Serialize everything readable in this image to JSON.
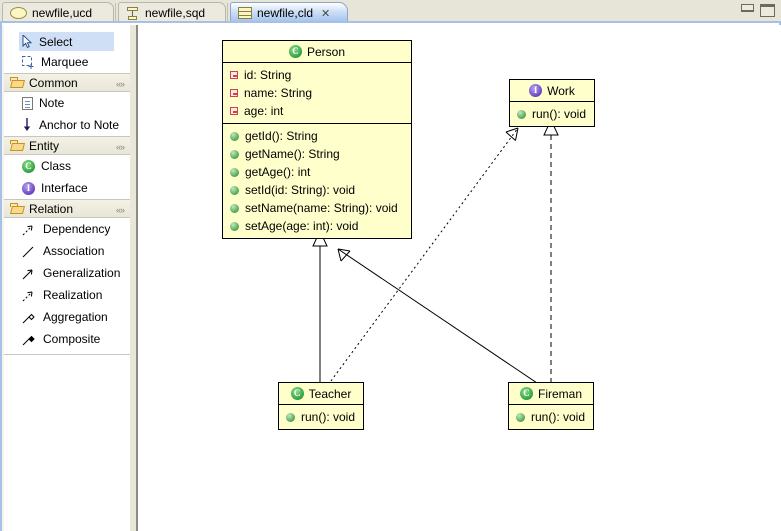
{
  "window": {
    "minimize_label": "minimize",
    "maximize_label": "maximize"
  },
  "tabs": [
    {
      "label": "newfile,ucd",
      "icon": "usecase-diagram-icon",
      "active": false,
      "closable": false
    },
    {
      "label": "newfile,sqd",
      "icon": "sequence-diagram-icon",
      "active": false,
      "closable": false
    },
    {
      "label": "newfile,cld",
      "icon": "class-diagram-icon",
      "active": true,
      "closable": true,
      "close_glyph": "✕"
    }
  ],
  "palette": {
    "tools": [
      {
        "label": "Select",
        "icon": "cursor-icon",
        "selected": true
      },
      {
        "label": "Marquee",
        "icon": "marquee-icon",
        "selected": false
      }
    ],
    "groups": [
      {
        "title": "Common",
        "icon": "folder-icon",
        "collapse_glyph": "«»",
        "items": [
          {
            "label": "Note",
            "icon": "note-icon"
          },
          {
            "label": "Anchor to Note",
            "icon": "anchor-icon"
          }
        ]
      },
      {
        "title": "Entity",
        "icon": "folder-icon",
        "collapse_glyph": "«»",
        "items": [
          {
            "label": "Class",
            "icon": "class-icon",
            "glyph": "C"
          },
          {
            "label": "Interface",
            "icon": "interface-icon",
            "glyph": "I"
          }
        ]
      },
      {
        "title": "Relation",
        "icon": "folder-icon",
        "collapse_glyph": "«»",
        "items": [
          {
            "label": "Dependency",
            "icon": "dependency-relation-icon"
          },
          {
            "label": "Association",
            "icon": "association-relation-icon"
          },
          {
            "label": "Generalization",
            "icon": "generalization-relation-icon"
          },
          {
            "label": "Realization",
            "icon": "realization-relation-icon"
          },
          {
            "label": "Aggregation",
            "icon": "aggregation-relation-icon"
          },
          {
            "label": "Composite",
            "icon": "composite-relation-icon"
          }
        ]
      }
    ]
  },
  "diagram": {
    "classes": [
      {
        "id": "person",
        "name": "Person",
        "stereotype": "class",
        "icon_glyph": "C",
        "attributes": [
          {
            "visibility": "private",
            "text": "id: String"
          },
          {
            "visibility": "private",
            "text": "name: String"
          },
          {
            "visibility": "private",
            "text": "age: int"
          }
        ],
        "operations": [
          {
            "visibility": "public",
            "text": "getId(): String"
          },
          {
            "visibility": "public",
            "text": "getName(): String"
          },
          {
            "visibility": "public",
            "text": "getAge(): int"
          },
          {
            "visibility": "public",
            "text": "setId(id: String): void"
          },
          {
            "visibility": "public",
            "text": "setName(name: String): void"
          },
          {
            "visibility": "public",
            "text": "setAge(age: int): void"
          }
        ]
      },
      {
        "id": "work",
        "name": "Work",
        "stereotype": "interface",
        "icon_glyph": "I",
        "attributes": [],
        "operations": [
          {
            "visibility": "public",
            "text": "run(): void"
          }
        ]
      },
      {
        "id": "teacher",
        "name": "Teacher",
        "stereotype": "class",
        "icon_glyph": "C",
        "attributes": [],
        "operations": [
          {
            "visibility": "public",
            "text": "run(): void"
          }
        ]
      },
      {
        "id": "fireman",
        "name": "Fireman",
        "stereotype": "class",
        "icon_glyph": "C",
        "attributes": [],
        "operations": [
          {
            "visibility": "public",
            "text": "run(): void"
          }
        ]
      }
    ],
    "relations": [
      {
        "from": "teacher",
        "to": "person",
        "type": "generalization",
        "style": "solid",
        "arrow": "hollow-triangle"
      },
      {
        "from": "fireman",
        "to": "work",
        "type": "realization",
        "style": "dashed",
        "arrow": "hollow-triangle"
      },
      {
        "from": "teacher",
        "to": "work",
        "type": "dependency",
        "style": "dotted",
        "arrow": "open-arrow"
      },
      {
        "from": "fireman",
        "to": "person",
        "type": "dependency",
        "style": "solid",
        "arrow": "open-arrow"
      }
    ]
  },
  "colors": {
    "class_fill": "#ffffcc",
    "class_border": "#000000",
    "tab_active": "#9fc0ec",
    "palette_select": "#cfe0f6",
    "chrome": "#e7e5d8",
    "frame_border": "#a8c0e8",
    "public_marker": "#5fae5f",
    "private_marker": "#cc4444",
    "class_icon": "#2f9f3f",
    "interface_icon": "#6a42c0"
  }
}
